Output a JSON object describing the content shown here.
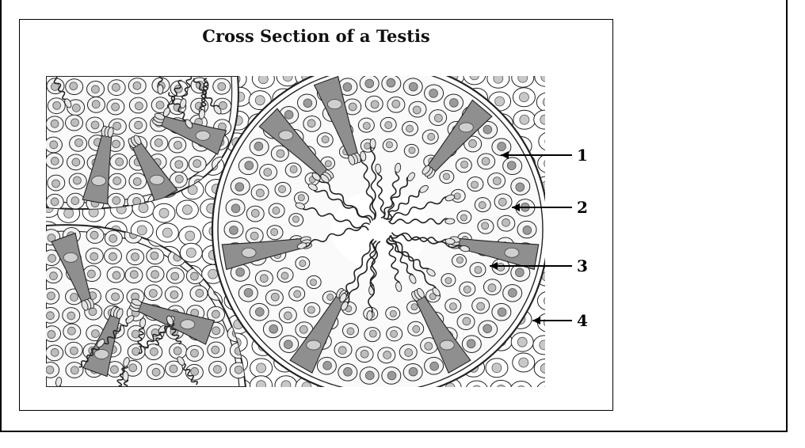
{
  "title": "Cross Section of a Testis",
  "labels": [
    {
      "id": "1",
      "text": "1"
    },
    {
      "id": "2",
      "text": "2"
    },
    {
      "id": "3",
      "text": "3"
    },
    {
      "id": "4",
      "text": "4"
    }
  ],
  "colors": {
    "sertoli_fill": "#8f8f8f",
    "cell_fill": "#f4f4f4",
    "nucleus_fill": "#bdbdbd",
    "line": "#222222",
    "background": "#ffffff"
  },
  "icons": {
    "tubule": "seminiferous-tubule-shape",
    "cell": "germ-cell-shape",
    "tail": "sperm-tail-squiggle"
  }
}
